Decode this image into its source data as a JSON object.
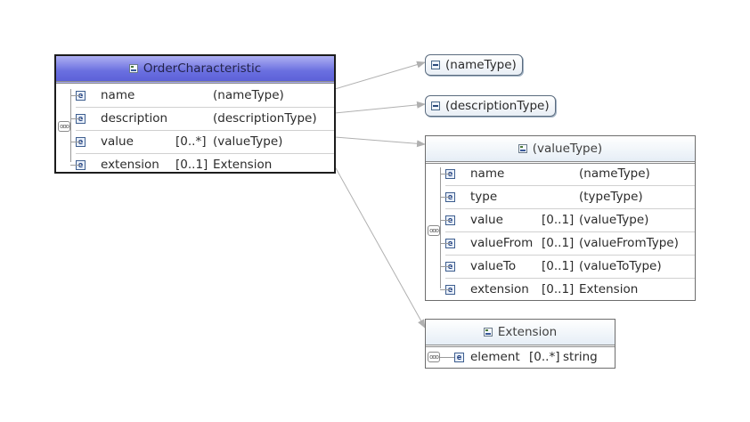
{
  "order_characteristic": {
    "title": "OrderCharacteristic",
    "elements": [
      {
        "name": "name",
        "cardinality": "",
        "type": "(nameType)"
      },
      {
        "name": "description",
        "cardinality": "",
        "type": "(descriptionType)"
      },
      {
        "name": "value",
        "cardinality": "[0..*]",
        "type": "(valueType)"
      },
      {
        "name": "extension",
        "cardinality": "[0..1]",
        "type": "Extension"
      }
    ]
  },
  "name_type": {
    "title": "(nameType)"
  },
  "description_type": {
    "title": "(descriptionType)"
  },
  "value_type": {
    "title": "(valueType)",
    "elements": [
      {
        "name": "name",
        "cardinality": "",
        "type": "(nameType)"
      },
      {
        "name": "type",
        "cardinality": "",
        "type": "(typeType)"
      },
      {
        "name": "value",
        "cardinality": "[0..1]",
        "type": "(valueType)"
      },
      {
        "name": "valueFrom",
        "cardinality": "[0..1]",
        "type": "(valueFromType)"
      },
      {
        "name": "valueTo",
        "cardinality": "[0..1]",
        "type": "(valueToType)"
      },
      {
        "name": "extension",
        "cardinality": "[0..1]",
        "type": "Extension"
      }
    ]
  },
  "extension": {
    "title": "Extension",
    "elements": [
      {
        "name": "element",
        "cardinality": "[0..*]",
        "type": "string"
      }
    ]
  },
  "icons": {
    "element_icon": "e",
    "sequence_icon": "ooo"
  },
  "colors": {
    "header_accent": "#6a6fe0",
    "connector": "#a8a8a8"
  }
}
